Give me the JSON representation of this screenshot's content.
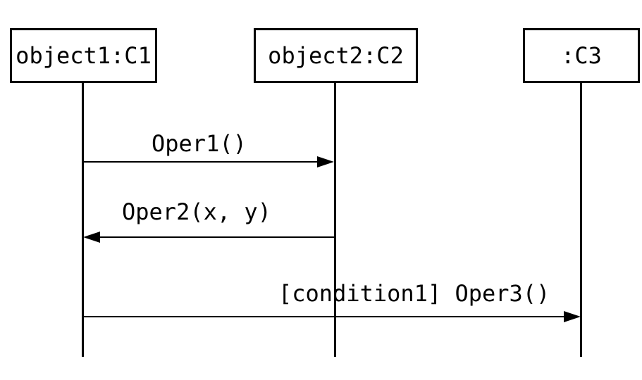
{
  "diagram": {
    "type": "uml-sequence",
    "colors": {
      "line": "#000000",
      "text": "#000000",
      "background": "#ffffff"
    },
    "actors": [
      {
        "label": "object1:C1"
      },
      {
        "label": "object2:C2"
      },
      {
        "label": ":C3"
      }
    ],
    "messages": [
      {
        "label": "Oper1()",
        "from": "object1:C1",
        "to": "object2:C2",
        "direction": "right"
      },
      {
        "label": "Oper2(x, y)",
        "from": "object2:C2",
        "to": "object1:C1",
        "direction": "left"
      },
      {
        "label": "[condition1] Oper3()",
        "from": "object1:C1",
        "to": ":C3",
        "direction": "right"
      }
    ]
  }
}
